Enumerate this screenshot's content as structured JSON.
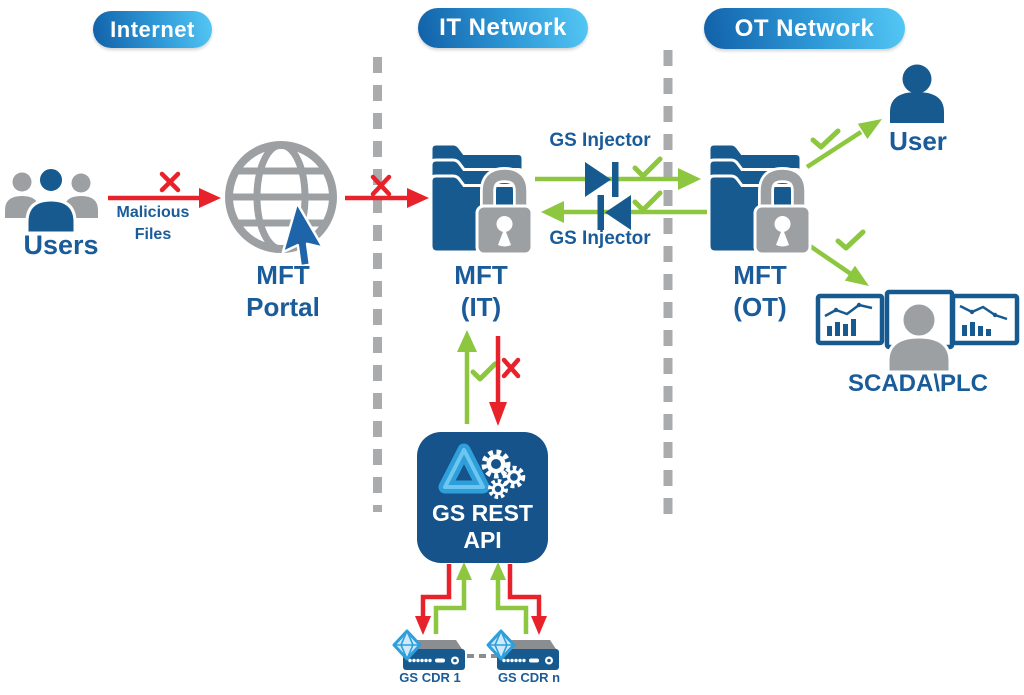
{
  "zones": {
    "internet": "Internet",
    "it": "IT Network",
    "ot": "OT Network"
  },
  "labels": {
    "users": "Users",
    "malicious_files": "Malicious Files",
    "mft_portal": "MFT Portal",
    "mft_it": "MFT (IT)",
    "mft_ot": "MFT (OT)",
    "gs_injector_top": "GS Injector",
    "gs_injector_bottom": "GS Injector",
    "user": "User",
    "scada_plc": "SCADA\\PLC",
    "gs_rest_api": "GS REST API",
    "gs_cdr_1": "GS CDR 1",
    "gs_cdr_n": "GS CDR n"
  },
  "colors": {
    "primary_blue": "#175a8f",
    "text_blue": "#1a5c99",
    "pill_dark": "#1160a8",
    "pill_light": "#55c8f5",
    "green": "#8dc63f",
    "red": "#e8222a",
    "gray": "#9da0a3",
    "api_box_blue": "#15538a",
    "gem_blue": "#2f9fdc"
  }
}
